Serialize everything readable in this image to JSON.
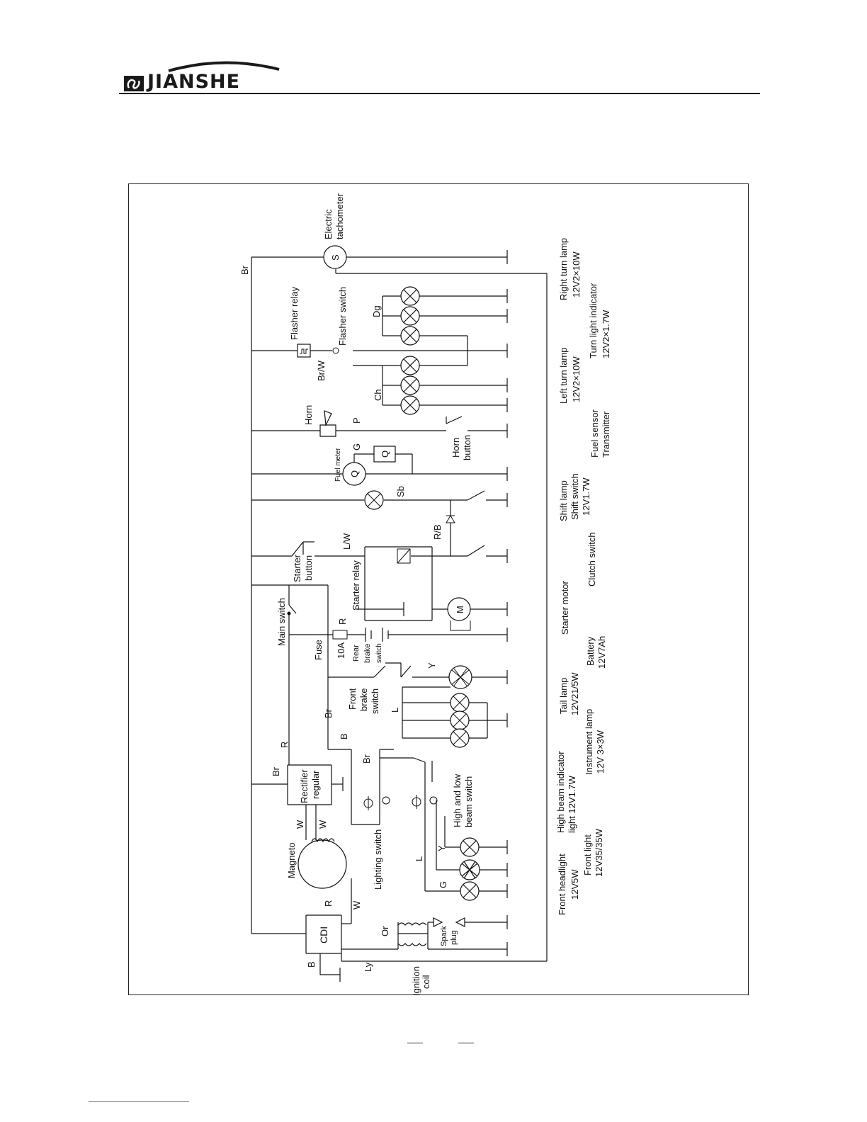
{
  "header": {
    "brand": "JIANSHE",
    "logo_icon": "jianshe-emblem-icon"
  },
  "diagram": {
    "labels": {
      "br_top": "Br",
      "electric": "Electric",
      "tachometer": "tachometer",
      "tacho_s": "S",
      "flasher_relay": "Flasher relay",
      "flasher_switch": "Flasher switch",
      "br_w": "Br/W",
      "dg": "Dg",
      "ch": "Ch",
      "horn": "Horn",
      "p": "P",
      "horn_button_1": "Horn",
      "horn_button_2": "button",
      "fuel_meter": "Fuel meter",
      "fuel_q": "Q",
      "fuel_g": "G",
      "sensor_q": "Q",
      "sb": "Sb",
      "l_w": "L/W",
      "r_b": "R/B",
      "starter_1": "Starter",
      "starter_2": "button",
      "starter_relay": "Starter relay",
      "main_switch": "Main switch",
      "r_main": "R",
      "fuse": "Fuse",
      "fuse_10a": "10A",
      "rear_1": "Rear",
      "rear_2": "brake",
      "rear_3": "switch",
      "y_tail": "Y",
      "front_1": "Front",
      "front_2": "brake",
      "front_3": "switch",
      "l_inst": "L",
      "br_mid": "Br",
      "b_mid": "B",
      "br_light": "Br",
      "r_left": "R",
      "br_left": "Br",
      "rectifier_1": "Rectifier",
      "rectifier_2": "regular",
      "w_1": "W",
      "w_2": "W",
      "magneto": "Magneto",
      "high_low_1": "High and low",
      "high_low_2": "beam switch",
      "lighting_switch": "Lighting switch",
      "l_head": "L",
      "y_head": "Y",
      "g_head": "G",
      "r_cdi": "R",
      "w_cdi": "W",
      "cdi": "CDI",
      "or": "Or",
      "spark_1": "Spark",
      "spark_2": "plug",
      "b_cdi": "B",
      "ly": "Ly",
      "ignition_1": "Ignition",
      "ignition_2": "coil",
      "motor_m": "M"
    },
    "legend": {
      "right_turn_1": "Right turn lamp",
      "right_turn_2": "12V2×10W",
      "turn_ind_1": "Turn light indicator",
      "turn_ind_2": "12V2×1.7W",
      "left_turn_1": "Left turn lamp",
      "left_turn_2": "12V2×10W",
      "fuel_sensor_1": "Fuel sensor",
      "fuel_sensor_2": "Transmitter",
      "shift_1": "Shift lamp",
      "shift_2": "Shift switch",
      "shift_3": "12V1.7W",
      "clutch": "Clutch switch",
      "starter_motor": "Starter motor",
      "battery_1": "Battery",
      "battery_2": "12V7Ah",
      "tail_1": "Tail lamp",
      "tail_2": "12V21/5W",
      "instrument_1": "Instrument lamp",
      "instrument_2": "12V 3×3W",
      "highbeam_1": "High beam indicator",
      "highbeam_2": "light 12V1.7W",
      "frontlight_1": "Front light",
      "frontlight_2": "12V35/35W",
      "headlight_1": "Front headlight",
      "headlight_2": "12V5W"
    }
  }
}
